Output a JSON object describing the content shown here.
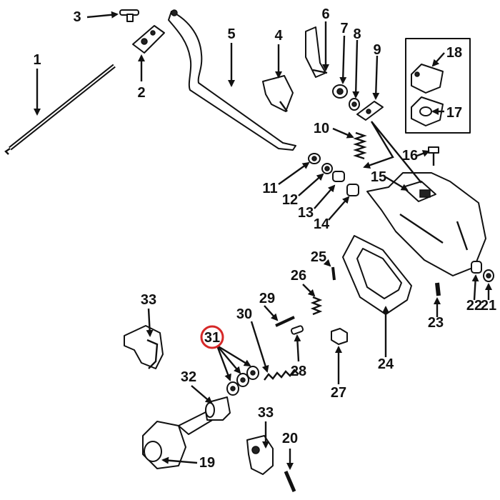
{
  "diagram": {
    "highlight_color": "#d62828",
    "highlighted_callout": "31",
    "callouts": [
      {
        "id": "c1",
        "label": "1"
      },
      {
        "id": "c2",
        "label": "2"
      },
      {
        "id": "c3",
        "label": "3"
      },
      {
        "id": "c4",
        "label": "4"
      },
      {
        "id": "c5",
        "label": "5"
      },
      {
        "id": "c6",
        "label": "6"
      },
      {
        "id": "c7",
        "label": "7"
      },
      {
        "id": "c8",
        "label": "8"
      },
      {
        "id": "c9",
        "label": "9"
      },
      {
        "id": "c10",
        "label": "10"
      },
      {
        "id": "c11",
        "label": "11"
      },
      {
        "id": "c12",
        "label": "12"
      },
      {
        "id": "c13",
        "label": "13"
      },
      {
        "id": "c14",
        "label": "14"
      },
      {
        "id": "c15",
        "label": "15"
      },
      {
        "id": "c16",
        "label": "16"
      },
      {
        "id": "c17",
        "label": "17"
      },
      {
        "id": "c18",
        "label": "18"
      },
      {
        "id": "c19",
        "label": "19"
      },
      {
        "id": "c20",
        "label": "20"
      },
      {
        "id": "c21",
        "label": "21"
      },
      {
        "id": "c22",
        "label": "22"
      },
      {
        "id": "c23",
        "label": "23"
      },
      {
        "id": "c24",
        "label": "24"
      },
      {
        "id": "c25",
        "label": "25"
      },
      {
        "id": "c26",
        "label": "26"
      },
      {
        "id": "c27",
        "label": "27"
      },
      {
        "id": "c28",
        "label": "28"
      },
      {
        "id": "c29",
        "label": "29"
      },
      {
        "id": "c30",
        "label": "30"
      },
      {
        "id": "c31",
        "label": "31"
      },
      {
        "id": "c32",
        "label": "32"
      },
      {
        "id": "c33a",
        "label": "33"
      },
      {
        "id": "c33b",
        "label": "33"
      }
    ]
  }
}
